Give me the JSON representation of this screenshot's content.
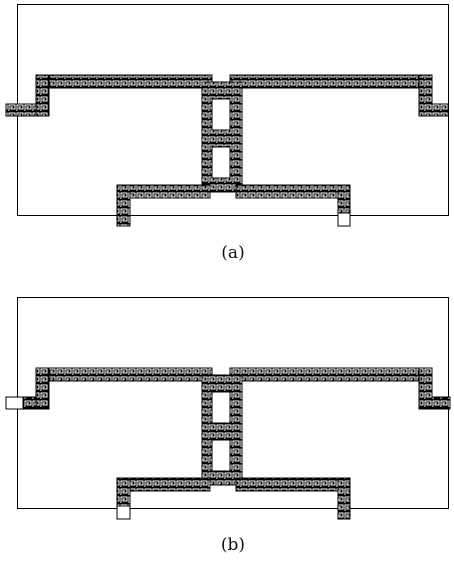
{
  "figure": {
    "panels": [
      {
        "id": "a",
        "caption": "(a)"
      },
      {
        "id": "b",
        "caption": "(b)"
      }
    ]
  }
}
